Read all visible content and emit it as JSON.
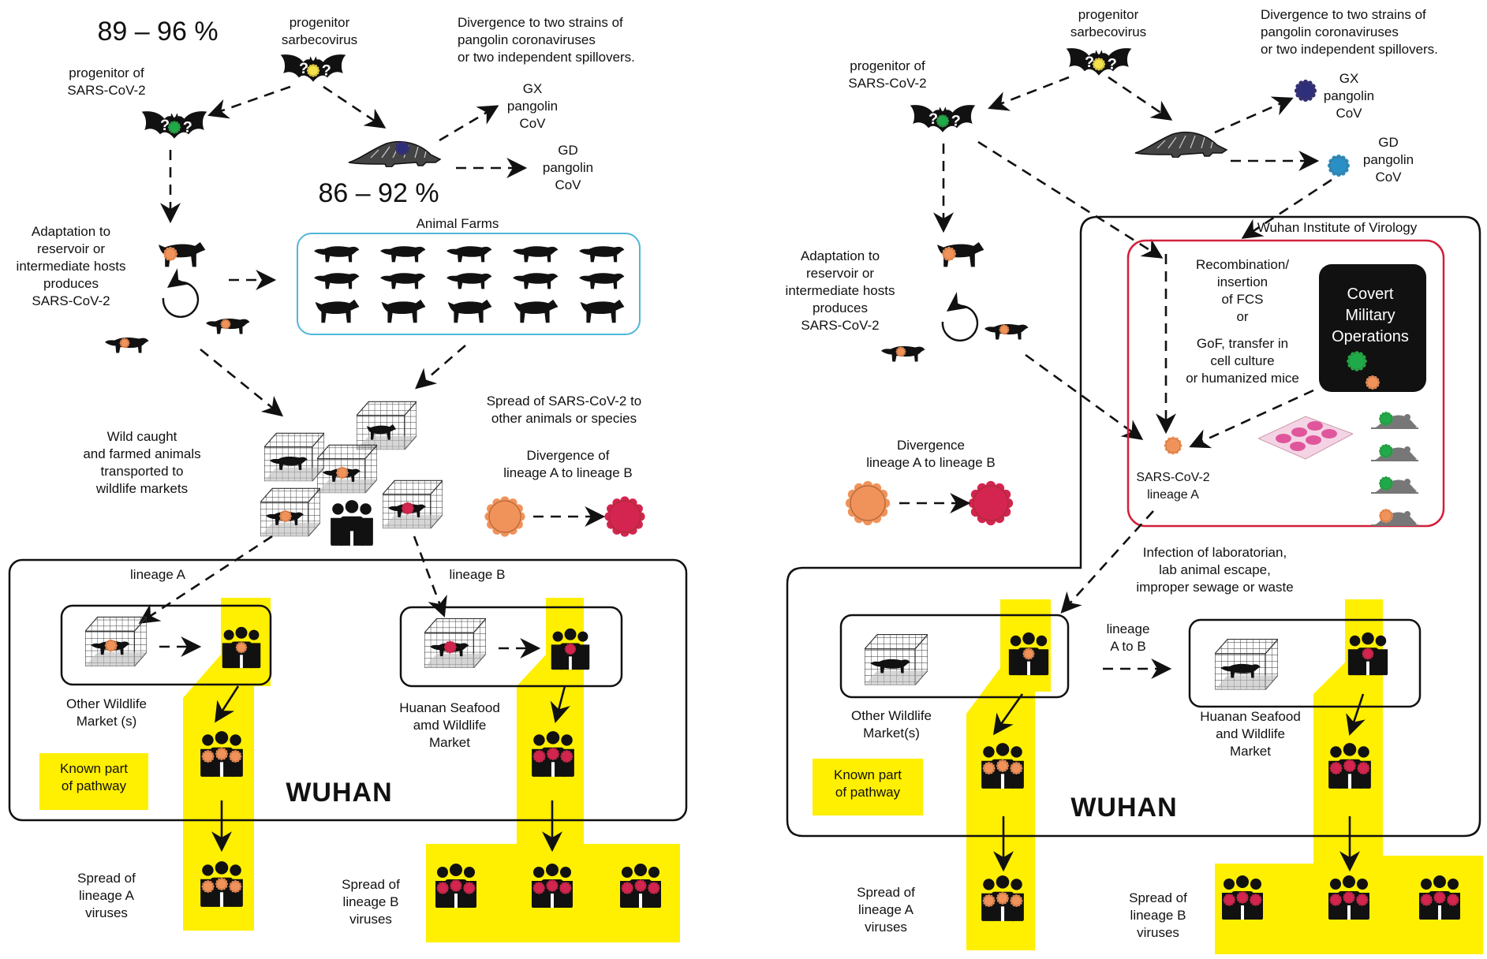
{
  "left_panel": {
    "identity_range": "89 – 96 %",
    "identity_range_pangolin": "86 – 92 %",
    "progenitor_sarbecovirus": "progenitor\nsarbecovirus",
    "progenitor_sars2": "progenitor of\nSARS-CoV-2",
    "divergence_note": "Divergence to two strains of\npangolin coronaviruses\nor two independent spillovers.",
    "gx_pangolin": "GX\npangolin\nCoV",
    "gd_pangolin": "GD\npangolin\nCoV",
    "adaptation": "Adaptation to\nreservoir or\nintermediate hosts\nproduces\nSARS-CoV-2",
    "animal_farms": "Animal Farms",
    "wild_caught": "Wild caught\nand farmed animals\ntransported to\nwildlife markets",
    "spread_animals": "Spread of SARS-CoV-2 to\nother animals or species",
    "divergence_lineage": "Divergence of\nlineage A to lineage B",
    "lineage_a": "lineage A",
    "lineage_b": "lineage B",
    "other_market": "Other Wildlife\nMarket (s)",
    "huanan_market": "Huanan Seafood\namd Wildlife\nMarket",
    "known_part": "Known part\nof pathway",
    "wuhan": "WUHAN",
    "spread_a": "Spread of\nlineage A\nviruses",
    "spread_b": "Spread of\nlineage B\nviruses"
  },
  "right_panel": {
    "progenitor_sarbecovirus": "progenitor\nsarbecovirus",
    "progenitor_sars2": "progenitor of\nSARS-CoV-2",
    "divergence_note": "Divergence to two strains of\npangolin coronaviruses\nor two independent spillovers.",
    "gx_pangolin": "GX\npangolin\nCoV",
    "gd_pangolin": "GD\npangolin\nCoV",
    "adaptation": "Adaptation to\nreservoir or\nintermediate hosts\nproduces\nSARS-CoV-2",
    "wiv": "Wuhan Institute of Virology",
    "recombination": "Recombination/\ninsertion\nof FCS\nor",
    "gof": "GoF, transfer in\ncell culture\nor humanized mice",
    "covert": "Covert\nMilitary\nOperations",
    "sars2_lineage_a": "SARS-CoV-2\nlineage A",
    "divergence_lineage": "Divergence\nlineage A to lineage B",
    "infection": "Infection of laboratorian,\nlab animal escape,\nimproper sewage or waste",
    "lineage_a_to_b": "lineage\nA to B",
    "other_market": "Other Wildlife\nMarket(s)",
    "huanan_market": "Huanan Seafood\nand Wildlife\nMarket",
    "known_part": "Known part\nof pathway",
    "wuhan": "WUHAN",
    "spread_a": "Spread of\nlineage A\nviruses",
    "spread_b": "Spread of\nlineage B\nviruses"
  },
  "colors": {
    "highlight": "#ffef00",
    "farm_border": "#4fb6d9",
    "wiv_inner_border": "#d2203a",
    "virus_orange": "#f0935a",
    "virus_red": "#d42450",
    "virus_green": "#1faa4a",
    "virus_yellow": "#f2e24a",
    "virus_navy": "#2e2f7a",
    "virus_blue": "#2a8fc4",
    "dish_pink": "#e0569c"
  }
}
